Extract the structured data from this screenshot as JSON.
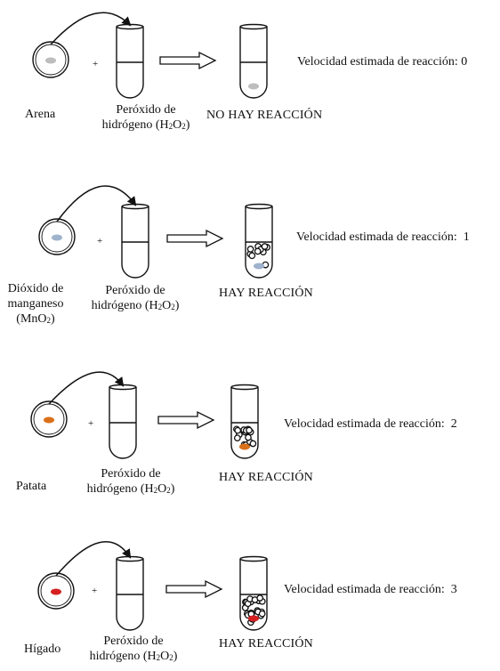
{
  "experiments": [
    {
      "substance": [
        "Arena"
      ],
      "reagent": [
        "Peróxido de",
        "hidrógeno (H",
        "2",
        "O",
        "2",
        ")"
      ],
      "result": "NO HAY REACCIÓN",
      "rate_text": "Velocidad estimada de reacción:",
      "rate_value": "0",
      "sample_color": "#bdbdbd",
      "bubbles": 0
    },
    {
      "substance": [
        "Dióxido de",
        "manganeso",
        "(MnO",
        "2",
        ")"
      ],
      "reagent": [
        "Peróxido de",
        "hidrógeno (H",
        "2",
        "O",
        "2",
        ")"
      ],
      "result": "HAY REACCIÓN",
      "rate_text": "Velocidad estimada de reacción:",
      "rate_value": "1",
      "sample_color": "#9fb3cc",
      "bubbles": 1
    },
    {
      "substance": [
        "Patata"
      ],
      "reagent": [
        "Peróxido de",
        "hidrógeno (H",
        "2",
        "O",
        "2",
        ")"
      ],
      "result": "HAY REACCIÓN",
      "rate_text": "Velocidad estimada de reacción:",
      "rate_value": "2",
      "sample_color": "#d9701a",
      "bubbles": 2
    },
    {
      "substance": [
        "Hígado"
      ],
      "reagent": [
        "Peróxido de",
        "hidrógeno (H",
        "2",
        "O",
        "2",
        ")"
      ],
      "result": "HAY REACCIÓN",
      "rate_text": "Velocidad estimada de reacción:",
      "rate_value": "3",
      "sample_color": "#d42020",
      "bubbles": 3
    }
  ],
  "plus_symbol": "+"
}
